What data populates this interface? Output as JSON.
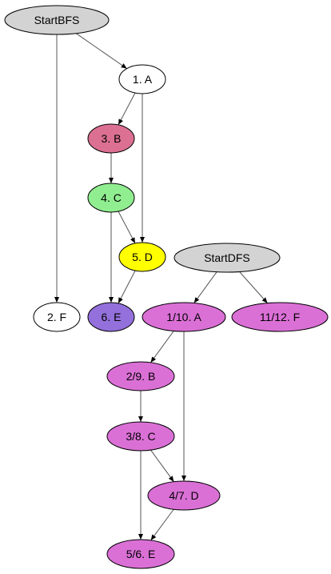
{
  "colors": {
    "start": "#d3d3d3",
    "white": "#ffffff",
    "b_bfs": "#db7093",
    "c_bfs": "#90ee90",
    "d_bfs": "#ffff00",
    "e_bfs": "#9370db",
    "dfs": "#da70d6",
    "stroke": "#000000",
    "edge": "#555555"
  },
  "nodes": [
    {
      "id": "startbfs",
      "label": "StartBFS",
      "fill": "start"
    },
    {
      "id": "bfs-a",
      "label": "1. A",
      "fill": "white"
    },
    {
      "id": "bfs-b",
      "label": "3. B",
      "fill": "b_bfs"
    },
    {
      "id": "bfs-c",
      "label": "4. C",
      "fill": "c_bfs"
    },
    {
      "id": "bfs-d",
      "label": "5. D",
      "fill": "d_bfs"
    },
    {
      "id": "bfs-f",
      "label": "2. F",
      "fill": "white"
    },
    {
      "id": "bfs-e",
      "label": "6. E",
      "fill": "e_bfs"
    },
    {
      "id": "startdfs",
      "label": "StartDFS",
      "fill": "start"
    },
    {
      "id": "dfs-a",
      "label": "1/10. A",
      "fill": "dfs"
    },
    {
      "id": "dfs-f",
      "label": "11/12. F",
      "fill": "dfs"
    },
    {
      "id": "dfs-b",
      "label": "2/9. B",
      "fill": "dfs"
    },
    {
      "id": "dfs-c",
      "label": "3/8. C",
      "fill": "dfs"
    },
    {
      "id": "dfs-d",
      "label": "4/7. D",
      "fill": "dfs"
    },
    {
      "id": "dfs-e",
      "label": "5/6. E",
      "fill": "dfs"
    }
  ],
  "edges": [
    [
      "startbfs",
      "bfs-a"
    ],
    [
      "startbfs",
      "bfs-f"
    ],
    [
      "bfs-a",
      "bfs-b"
    ],
    [
      "bfs-a",
      "bfs-d"
    ],
    [
      "bfs-b",
      "bfs-c"
    ],
    [
      "bfs-c",
      "bfs-d"
    ],
    [
      "bfs-c",
      "bfs-e"
    ],
    [
      "bfs-d",
      "bfs-e"
    ],
    [
      "startdfs",
      "dfs-a"
    ],
    [
      "startdfs",
      "dfs-f"
    ],
    [
      "dfs-a",
      "dfs-b"
    ],
    [
      "dfs-a",
      "dfs-d"
    ],
    [
      "dfs-b",
      "dfs-c"
    ],
    [
      "dfs-c",
      "dfs-d"
    ],
    [
      "dfs-c",
      "dfs-e"
    ],
    [
      "dfs-d",
      "dfs-e"
    ]
  ]
}
